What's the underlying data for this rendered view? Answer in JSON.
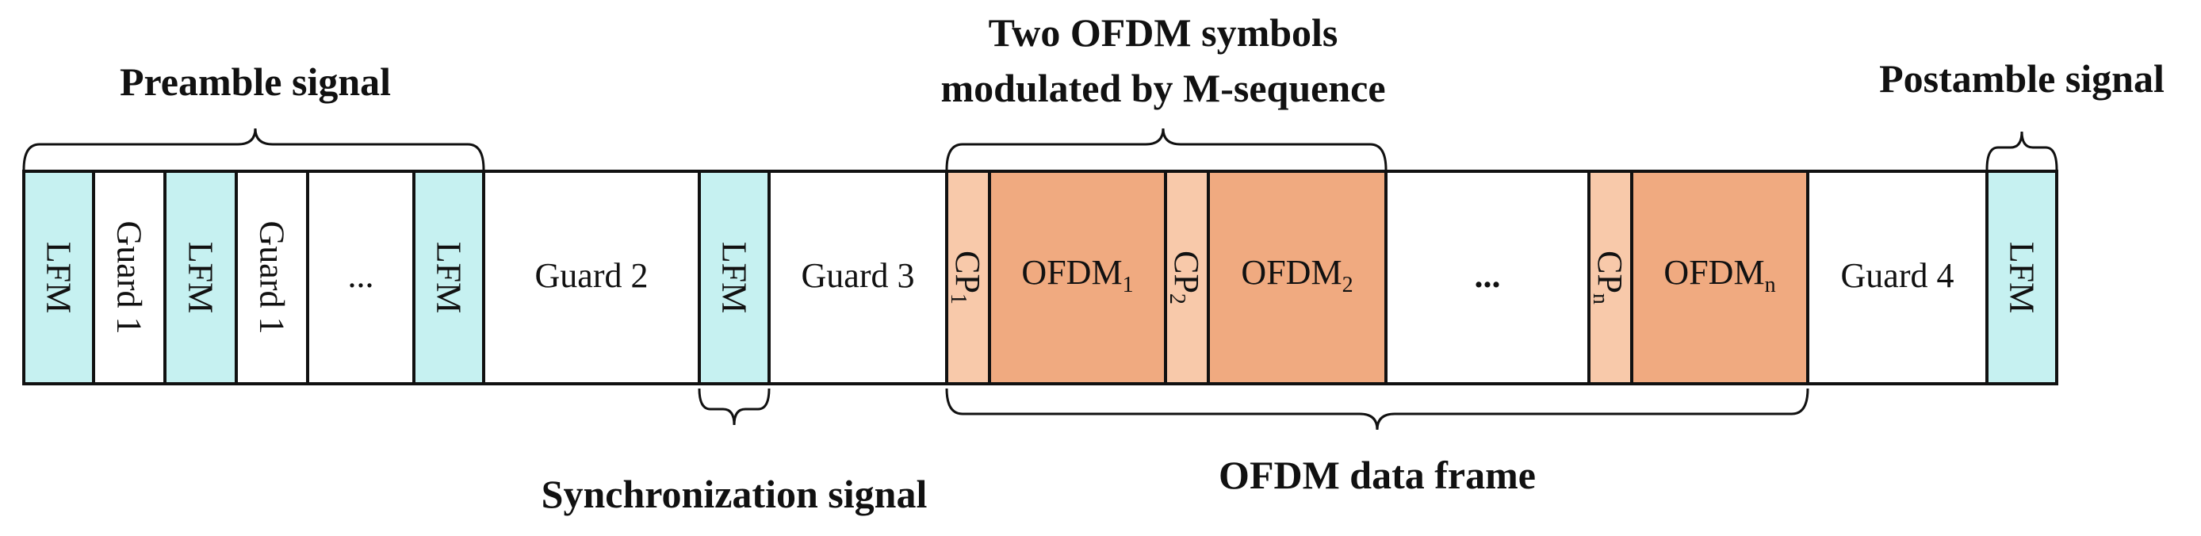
{
  "colors": {
    "lfm": "#c6f1f1",
    "cp": "#f8c9aa",
    "ofdm": "#f0aa80",
    "guard": "#ffffff",
    "stroke": "#111111"
  },
  "labels": {
    "preamble": "Preamble signal",
    "ofdm_symbols_line1": "Two OFDM symbols",
    "ofdm_symbols_line2": "modulated by M-sequence",
    "postamble": "Postamble signal",
    "synchronization": "Synchronization signal",
    "data_frame": "OFDM data frame"
  },
  "segments": {
    "lfm": "LFM",
    "guard1": "Guard 1",
    "dots": "...",
    "guard2": "Guard 2",
    "guard3": "Guard 3",
    "guard4": "Guard 4",
    "cp": "CP",
    "ofdm": "OFDM",
    "sub_1": "1",
    "sub_2": "2",
    "sub_n": "n",
    "data_dots": "..."
  }
}
